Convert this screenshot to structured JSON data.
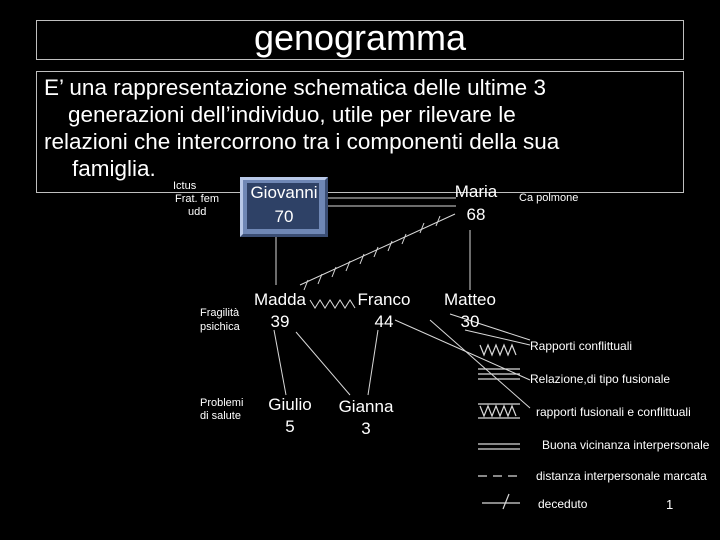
{
  "slide": {
    "title": "genogramma",
    "intro_lines": [
      "E’ una rappresentazione  schematica  delle  ultime  3",
      "generazioni dell’individuo, utile  per  rilevare le",
      "relazioni che intercorrono tra i componenti della sua",
      "famiglia."
    ],
    "page_number": "1"
  },
  "people": {
    "giovanni": {
      "name": "Giovanni",
      "age": "70"
    },
    "maria": {
      "name": "Maria",
      "age": "68"
    },
    "madda": {
      "name": "Madda",
      "age": "39"
    },
    "franco": {
      "name": "Franco",
      "age": "44"
    },
    "matteo": {
      "name": "Matteo",
      "age": "30"
    },
    "giulio": {
      "name": "Giulio",
      "age": "5"
    },
    "gianna": {
      "name": "Gianna",
      "age": "3"
    }
  },
  "notes": {
    "giovanni": [
      "Ictus",
      "Frat. fem",
      "udd"
    ],
    "maria": "Ca polmone",
    "madda": [
      "Fragilità",
      "psichica"
    ],
    "giulio": [
      "Problemi",
      "di salute"
    ]
  },
  "legend": [
    {
      "key": "conflict",
      "label": "Rapporti conflittuali"
    },
    {
      "key": "fusional",
      "label": "Relazione,di tipo fusionale"
    },
    {
      "key": "fusional-conflict",
      "label": "rapporti fusionali e conflittuali"
    },
    {
      "key": "closeness",
      "label": "Buona vicinanza interpersonale"
    },
    {
      "key": "distance",
      "label": "distanza interpersonale marcata"
    },
    {
      "key": "deceased",
      "label": "deceduto"
    }
  ],
  "colors": {
    "background": "#000000",
    "node_box": "#6f87b5",
    "line": "#d9d9d9"
  }
}
